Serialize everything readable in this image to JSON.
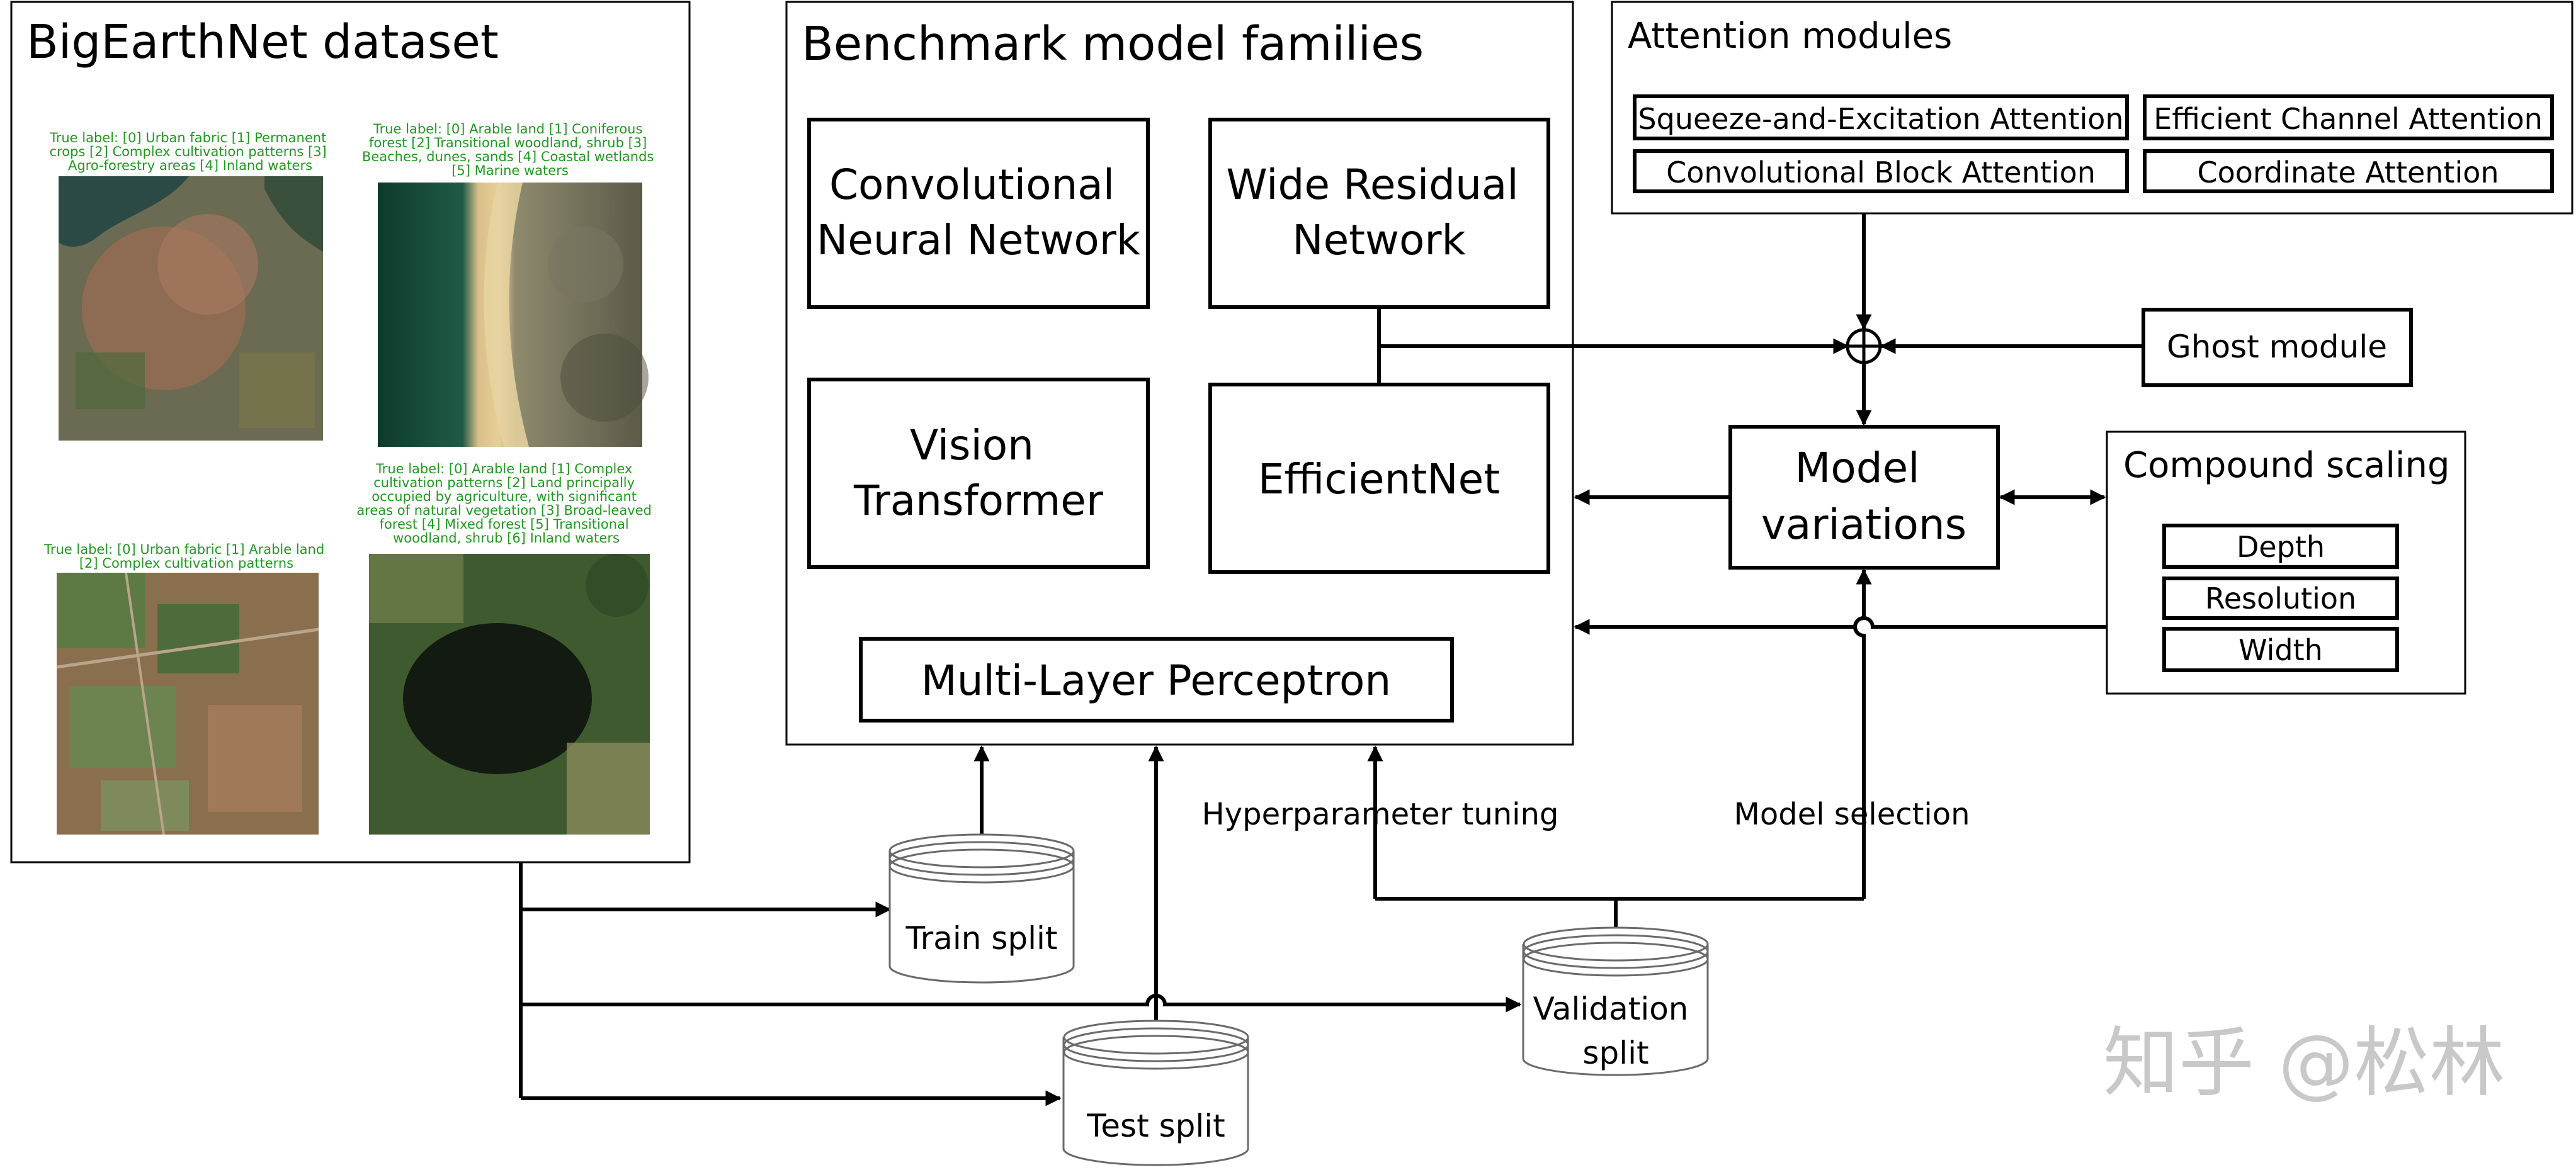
{
  "dataset_panel": {
    "title": "BigEarthNet dataset",
    "samples": [
      {
        "caption": [
          "True label: [0] Urban fabric [1] Permanent",
          "crops [2] Complex cultivation patterns [3]",
          "Agro-forestry areas [4] Inland waters"
        ]
      },
      {
        "caption": [
          "True label: [0] Arable land [1] Coniferous",
          "forest [2] Transitional woodland, shrub [3]",
          "Beaches, dunes, sands [4] Coastal wetlands",
          "[5] Marine waters"
        ]
      },
      {
        "caption": [
          "True label: [0] Urban fabric [1] Arable land",
          "[2] Complex cultivation patterns"
        ]
      },
      {
        "caption": [
          "True label: [0] Arable land [1] Complex",
          "cultivation patterns [2] Land principally",
          "occupied by agriculture, with significant",
          "areas of natural vegetation [3] Broad-leaved",
          "forest [4] Mixed forest [5] Transitional",
          "woodland, shrub [6] Inland waters"
        ]
      }
    ]
  },
  "benchmark_panel": {
    "title": "Benchmark model families",
    "cnn": [
      "Convolutional",
      "Neural Network"
    ],
    "wrn": [
      "Wide Residual",
      "Network"
    ],
    "vit": [
      "Vision",
      "Transformer"
    ],
    "efficientnet": "EfficientNet",
    "mlp": "Multi-Layer Perceptron"
  },
  "attention_panel": {
    "title": "Attention modules",
    "se": "Squeeze-and-Excitation Attention",
    "eca": "Efficient Channel Attention",
    "cba": "Convolutional Block Attention",
    "ca": "Coordinate Attention"
  },
  "ghost_module": "Ghost module",
  "model_variations": [
    "Model",
    "variations"
  ],
  "compound_panel": {
    "title": "Compound scaling",
    "depth": "Depth",
    "resolution": "Resolution",
    "width": "Width"
  },
  "splits": {
    "train": "Train split",
    "validation": [
      "Validation",
      "split"
    ],
    "test": "Test split"
  },
  "edge_labels": {
    "hyperparameter_tuning": "Hyperparameter tuning",
    "model_selection": "Model selection"
  },
  "watermark": "知乎 @松林"
}
